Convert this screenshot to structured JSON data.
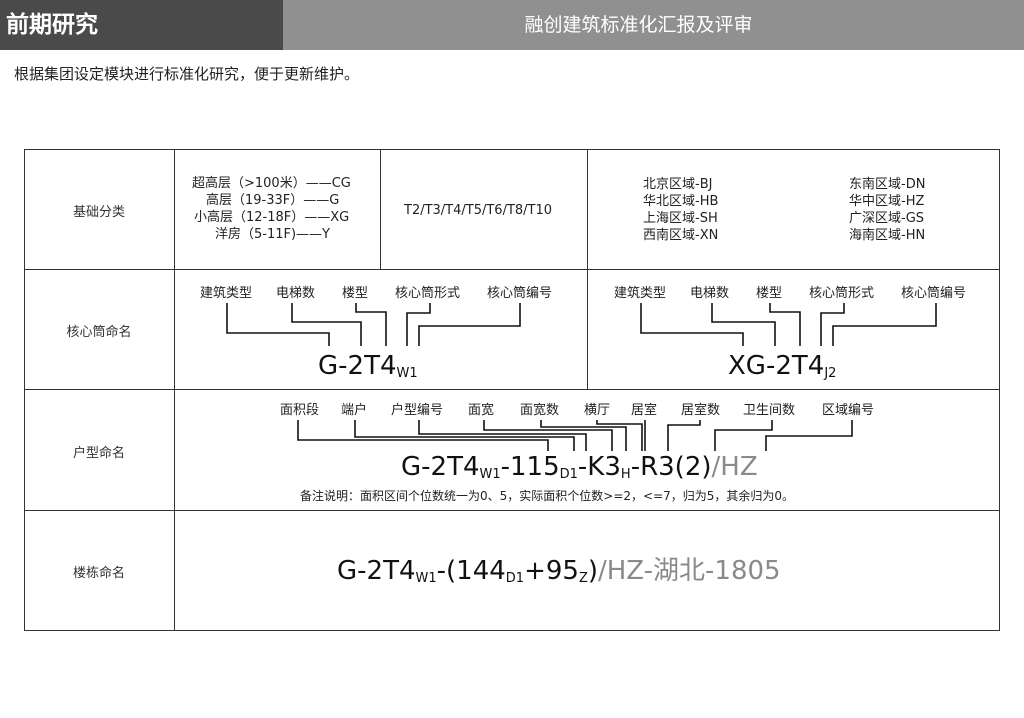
{
  "header": {
    "section": "前期研究",
    "title": "融创建筑标准化汇报及评审"
  },
  "intro": "根据集团设定模块进行标准化研究，便于更新维护。",
  "rows": {
    "basic": {
      "label": "基础分类",
      "heights": [
        "超高层（>100米）——CG",
        "高层（19-33F）——G",
        "小高层（12-18F）——XG",
        "洋房（5-11F)——Y"
      ],
      "types": "T2/T3/T4/T5/T6/T8/T10",
      "regions_left": [
        "北京区域-BJ",
        "华北区域-HB",
        "上海区域-SH",
        "西南区域-XN"
      ],
      "regions_right": [
        "东南区域-DN",
        "华中区域-HZ",
        "广深区域-GS",
        "海南区域-HN"
      ]
    },
    "core": {
      "label": "核心筒命名",
      "parts": [
        "建筑类型",
        "电梯数",
        "楼型",
        "核心筒形式",
        "核心筒编号"
      ],
      "example_left": {
        "main": "G-2T4",
        "sub": "W1"
      },
      "example_right": {
        "main": "XG-2T4",
        "sub": "J2"
      }
    },
    "unit": {
      "label": "户型命名",
      "parts": [
        "面积段",
        "端户",
        "户型编号",
        "面宽",
        "面宽数",
        "横厅",
        "居室",
        "居室数",
        "卫生间数",
        "区域编号"
      ],
      "code": {
        "a": "G-2T4",
        "b": "W1",
        "c": "-115",
        "d": "D1",
        "e": "-K3",
        "f": "H",
        "g": "-R3(2)",
        "h": "/HZ"
      },
      "note": "备注说明：面积区间个位数统一为0、5，实际面积个位数>=2，<=7，归为5，其余归为0。"
    },
    "building": {
      "label": "楼栋命名",
      "code": {
        "a": "G-2T4",
        "b": "W1",
        "c": "-(144",
        "d": "D1",
        "e": "+95",
        "f": "Z",
        "g": ")",
        "h": "/HZ-湖北-1805"
      }
    }
  }
}
